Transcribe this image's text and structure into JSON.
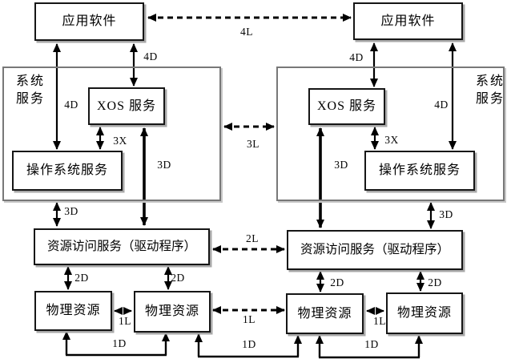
{
  "diagram": {
    "type": "architecture-block-diagram",
    "boxes": {
      "app_left": {
        "label": "应用软件"
      },
      "app_right": {
        "label": "应用软件"
      },
      "sys_left": {
        "line1": "系统",
        "line2": "服务"
      },
      "sys_right": {
        "line1": "系统",
        "line2": "服务"
      },
      "xos_left": {
        "label": "XOS 服务"
      },
      "xos_right": {
        "label": "XOS 服务"
      },
      "os_left": {
        "label": "操作系统服务"
      },
      "os_right": {
        "label": "操作系统服务"
      },
      "ras_left": {
        "label": "资源访问服务（驱动程序）"
      },
      "ras_right": {
        "label": "资源访问服务（驱动程序）"
      },
      "phys_1": {
        "label": "物理资源"
      },
      "phys_2": {
        "label": "物理资源"
      },
      "phys_3": {
        "label": "物理资源"
      },
      "phys_4": {
        "label": "物理资源"
      }
    },
    "connector_labels": {
      "l4": "4L",
      "l3": "3L",
      "l2": "2L",
      "d4_left_os": "4D",
      "d4_left_xos": "4D",
      "d4_right_xos": "4D",
      "d4_right_os": "4D",
      "x3_left": "3X",
      "x3_right": "3X",
      "d3_left_thick": "3D",
      "d3_right_thick": "3D",
      "d3_left_vert": "3D",
      "d3_right_vert": "3D",
      "d2_left_a": "2D",
      "d2_left_b": "2D",
      "d2_right_a": "2D",
      "d2_right_b": "2D",
      "l1_left": "1L",
      "l1_mid": "1L",
      "l1_right": "1L",
      "d1_left": "1D",
      "d1_mid": "1D",
      "d1_right": "1D"
    },
    "colors": {
      "line": "#000000",
      "inner_box_border": "#161616",
      "container_border": "#787878",
      "box_shadow": "#a8a8a8",
      "background": "#ffffff"
    }
  }
}
